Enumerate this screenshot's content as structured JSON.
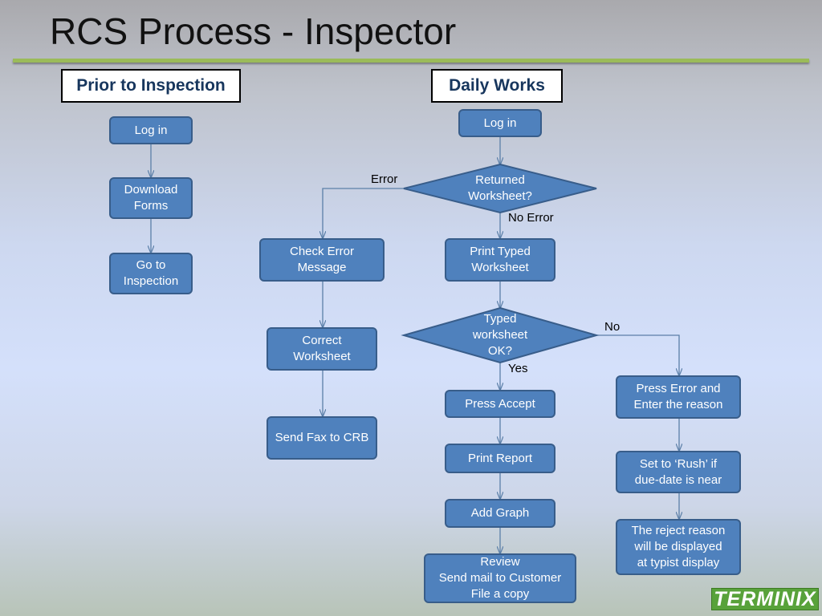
{
  "title": "RCS Process - Inspector",
  "headers": {
    "prior": "Prior to Inspection",
    "daily": "Daily Works"
  },
  "prior": {
    "login": "Log in",
    "download": "Download\nForms",
    "goto": "Go to\nInspection"
  },
  "daily": {
    "login": "Log in",
    "returned": "Returned\nWorksheet?",
    "check_error": "Check Error\nMessage",
    "correct": "Correct\nWorksheet",
    "send_fax": "Send Fax to CRB",
    "print_typed": "Print Typed\nWorksheet",
    "typed_ok": "Typed\nworksheet\nOK?",
    "press_accept": "Press Accept",
    "print_report": "Print Report",
    "add_graph": "Add Graph",
    "review": "Review\nSend mail to Customer\nFile a copy",
    "press_error": "Press Error and\nEnter the reason",
    "set_rush": "Set to ‘Rush’ if\ndue-date is near",
    "reject_reason": "The reject reason\nwill be displayed\nat typist display"
  },
  "edge_labels": {
    "error": "Error",
    "no_error": "No Error",
    "no": "No",
    "yes": "Yes"
  },
  "logo": "TERMINIX",
  "colors": {
    "box_fill": "#4f81bd",
    "box_border": "#385d8a",
    "connector": "#5b7fa8",
    "accent_rule": "#9bbb59",
    "header_text": "#17365d"
  }
}
